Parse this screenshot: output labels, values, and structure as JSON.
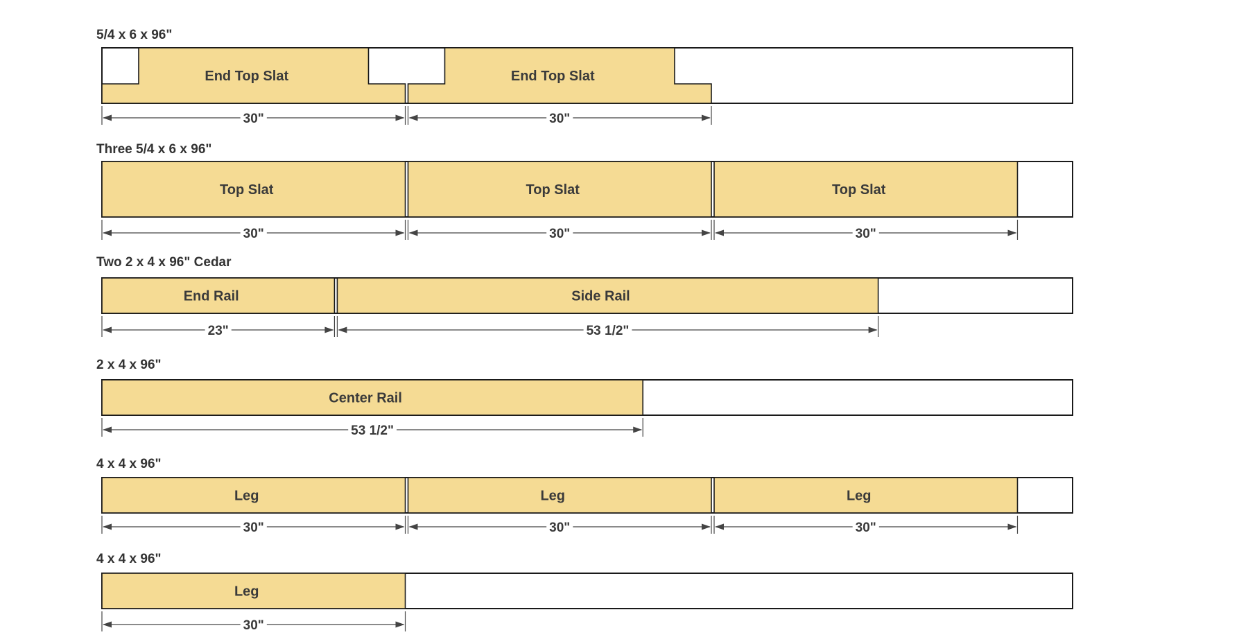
{
  "colors": {
    "wood": "#F5DB94",
    "outline": "#1A1A1A",
    "dimension": "#444444",
    "text": "#333333",
    "background": "#FFFFFF"
  },
  "board_length_in": 96,
  "boards": [
    {
      "label": "5/4 x 6 x 96\"",
      "pieces": [
        {
          "label": "End Top Slat",
          "length_in": 30,
          "dim_label": "30\"",
          "notched": true
        },
        {
          "label": "End Top Slat",
          "length_in": 30,
          "dim_label": "30\"",
          "notched": true
        }
      ]
    },
    {
      "label": "Three 5/4 x 6 x 96\"",
      "pieces": [
        {
          "label": "Top Slat",
          "length_in": 30,
          "dim_label": "30\""
        },
        {
          "label": "Top Slat",
          "length_in": 30,
          "dim_label": "30\""
        },
        {
          "label": "Top Slat",
          "length_in": 30,
          "dim_label": "30\""
        }
      ]
    },
    {
      "label": "Two 2 x 4 x 96\" Cedar",
      "pieces": [
        {
          "label": "End Rail",
          "length_in": 23,
          "dim_label": "23\""
        },
        {
          "label": "Side Rail",
          "length_in": 53.5,
          "dim_label": "53 1/2\""
        }
      ]
    },
    {
      "label": "2 x 4 x 96\"",
      "pieces": [
        {
          "label": "Center Rail",
          "length_in": 53.5,
          "dim_label": "53 1/2\""
        }
      ]
    },
    {
      "label": "4 x 4 x 96\"",
      "pieces": [
        {
          "label": "Leg",
          "length_in": 30,
          "dim_label": "30\""
        },
        {
          "label": "Leg",
          "length_in": 30,
          "dim_label": "30\""
        },
        {
          "label": "Leg",
          "length_in": 30,
          "dim_label": "30\""
        }
      ]
    },
    {
      "label": "4 x 4 x 96\"",
      "pieces": [
        {
          "label": "Leg",
          "length_in": 30,
          "dim_label": "30\""
        }
      ]
    }
  ]
}
